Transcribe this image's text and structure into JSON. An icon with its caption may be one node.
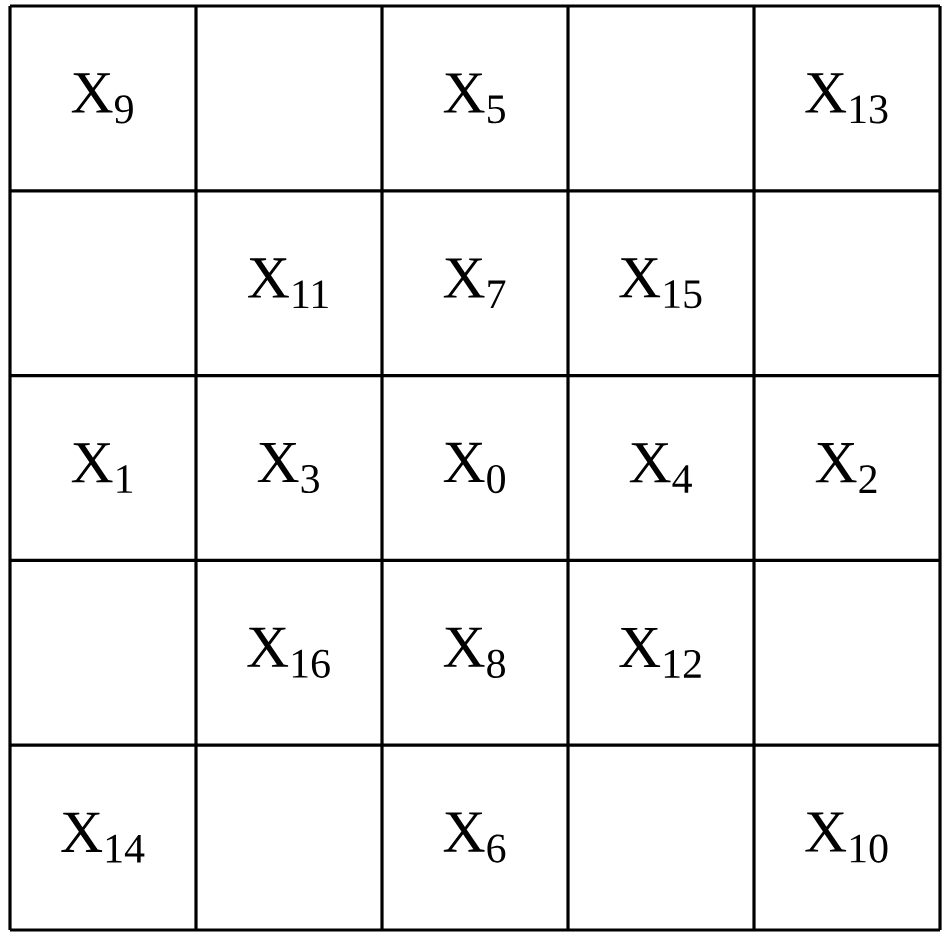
{
  "diagram": {
    "labels": [
      "X$_{9}$",
      "X$_{5}$",
      "X$_{13}$",
      "X$_{11}$",
      "X$_{7}$",
      "X$_{15}$",
      "X$_{1}$",
      "X$_{3}$",
      "X$_{0}$",
      "X$_{4}$",
      "X$_{2}$",
      "X$_{16}$",
      "X$_{8}$",
      "X$_{12}$",
      "X$_{14}$",
      "X$_{6}$",
      "X$_{10}$"
    ]
  }
}
